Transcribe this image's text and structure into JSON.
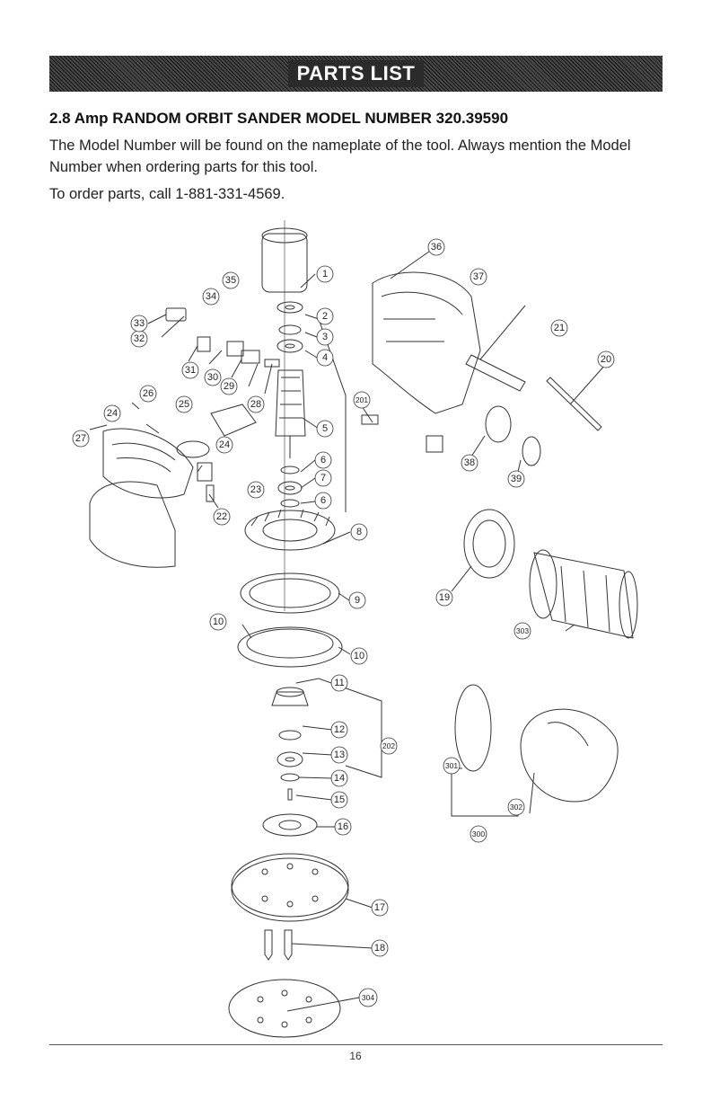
{
  "header": {
    "banner_title": "PARTS LIST"
  },
  "content": {
    "heading": "2.8 Amp RANDOM ORBIT SANDER MODEL NUMBER 320.39590",
    "paragraph_1": "The Model Number will be found on the nameplate of the tool. Always mention the Model Number when ordering parts for this tool.",
    "paragraph_2": "To order parts, call 1-881-331-4569."
  },
  "diagram": {
    "callouts": [
      "1",
      "2",
      "3",
      "4",
      "5",
      "6",
      "7",
      "6",
      "8",
      "9",
      "10",
      "10",
      "11",
      "12",
      "13",
      "14",
      "15",
      "16",
      "17",
      "18",
      "304",
      "19",
      "20",
      "21",
      "22",
      "23",
      "24",
      "24",
      "25",
      "26",
      "27",
      "28",
      "29",
      "30",
      "31",
      "32",
      "33",
      "34",
      "35",
      "36",
      "37",
      "38",
      "39",
      "201",
      "202",
      "301",
      "302",
      "303",
      "300"
    ]
  },
  "footer": {
    "page_number": "16"
  }
}
